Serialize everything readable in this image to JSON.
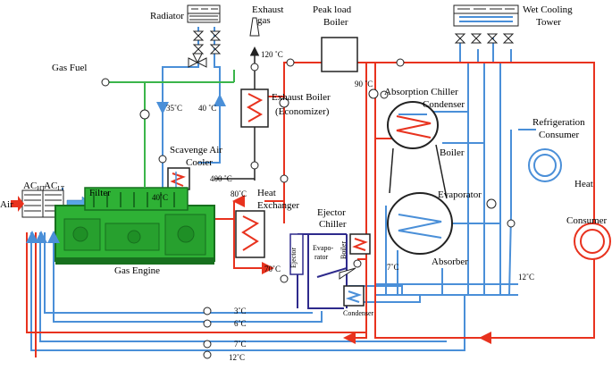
{
  "labels": {
    "radiator": "Radiator",
    "exhaust_gas_1": "Exhaust",
    "exhaust_gas_2": "gas",
    "peak_load_boiler_1": "Peak load",
    "peak_load_boiler_2": "Boiler",
    "wet_cooling_tower_1": "Wet Cooling",
    "wet_cooling_tower_2": "Tower",
    "gas_fuel": "Gas Fuel",
    "t_120": "120 ˚C",
    "t_90": "90 ˚C",
    "t_35": "35˚C",
    "t_40_top": "40 ˚C",
    "exhaust_boiler_1": "Exhaust Boiler",
    "exhaust_boiler_2": "(Economizer)",
    "absorption_chiller": "Absorption Chiller",
    "condenser_abs": "Condenser",
    "boiler_abs": "Boiler",
    "refrigeration_consumer_1": "Refrigeration",
    "refrigeration_consumer_2": "Consumer",
    "scavenge_air_1": "Scavenge Air",
    "scavenge_air_2": "Cooler",
    "t_400": "400 ˚C",
    "t_40_mid": "40˚C",
    "t_80": "80˚C",
    "heat_exchanger_1": "Heat",
    "heat_exchanger_2": "Exchanger",
    "evaporator_abs": "Evaporator",
    "heat_consumer_1": "Heat",
    "heat_consumer_2": "Consumer",
    "ejector_chiller_1": "Ejector",
    "ejector_chiller_2": "Chiller",
    "ac_ht": "AC",
    "ac_ht_sub": "HT",
    "ac_lt": "AC",
    "ac_lt_sub": "LT",
    "filter": "Filter",
    "air": "Air",
    "evaporator_ej_1": "Evapo-",
    "evaporator_ej_2": "rator",
    "ejector": "Ejector",
    "boiler_ej": "Boiler",
    "absorber": "Absorber",
    "t_7_right": "7˚C",
    "t_12_right": "12˚C",
    "gas_engine": "Gas Engine",
    "t_70": "70˚C",
    "condenser_ej": "Condenser",
    "t_3": "3˚C",
    "t_6": "6˚C",
    "t_7_bottom": "7˚C",
    "t_12_bottom": "12˚C"
  },
  "colors": {
    "hot_water": "#e8321e",
    "cold_water": "#4a8fd8",
    "gas_fuel": "#3ab54a",
    "exhaust": "#222222",
    "ejector_loop": "#2e2a8c",
    "engine": "#2eb135",
    "engine_dark": "#17701e"
  }
}
